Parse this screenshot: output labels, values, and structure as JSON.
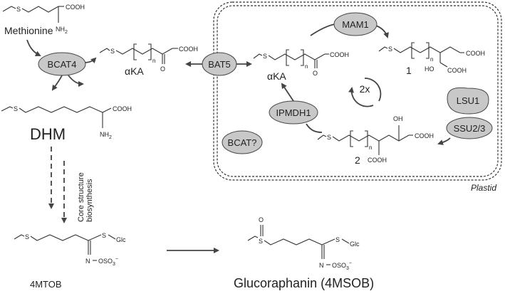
{
  "compounds": {
    "methionine": "Methionine",
    "aka_left": "αKA",
    "aka_right": "αKA",
    "dhm": "DHM",
    "mtob": "4MTOB",
    "glucoraphanin": "Glucoraphanin (4MSOB)",
    "intermediate_1": "1",
    "intermediate_2": "2"
  },
  "enzymes": {
    "bcat4": "BCAT4",
    "bat5": "BAT5",
    "mam1": "MAM1",
    "ipmdh1": "IPMDH1",
    "bcat_q": "BCAT?",
    "lsu1": "LSU1",
    "ssu23": "SSU2/3"
  },
  "annotations": {
    "cycle": "2x",
    "core_line1": "Core structure",
    "core_line2": "biosynthesis",
    "plastid": "Plastid"
  },
  "chem_labels": {
    "s": "S",
    "cooh": "COOH",
    "nh2": "NH",
    "nh2_sub": "2",
    "o": "O",
    "n": "n",
    "ho": "HO",
    "oh": "OH",
    "glc": "Glc",
    "n_oso3": "N",
    "oso3": "OSO",
    "oso3_sub": "3",
    "oso3_sup": "−"
  }
}
